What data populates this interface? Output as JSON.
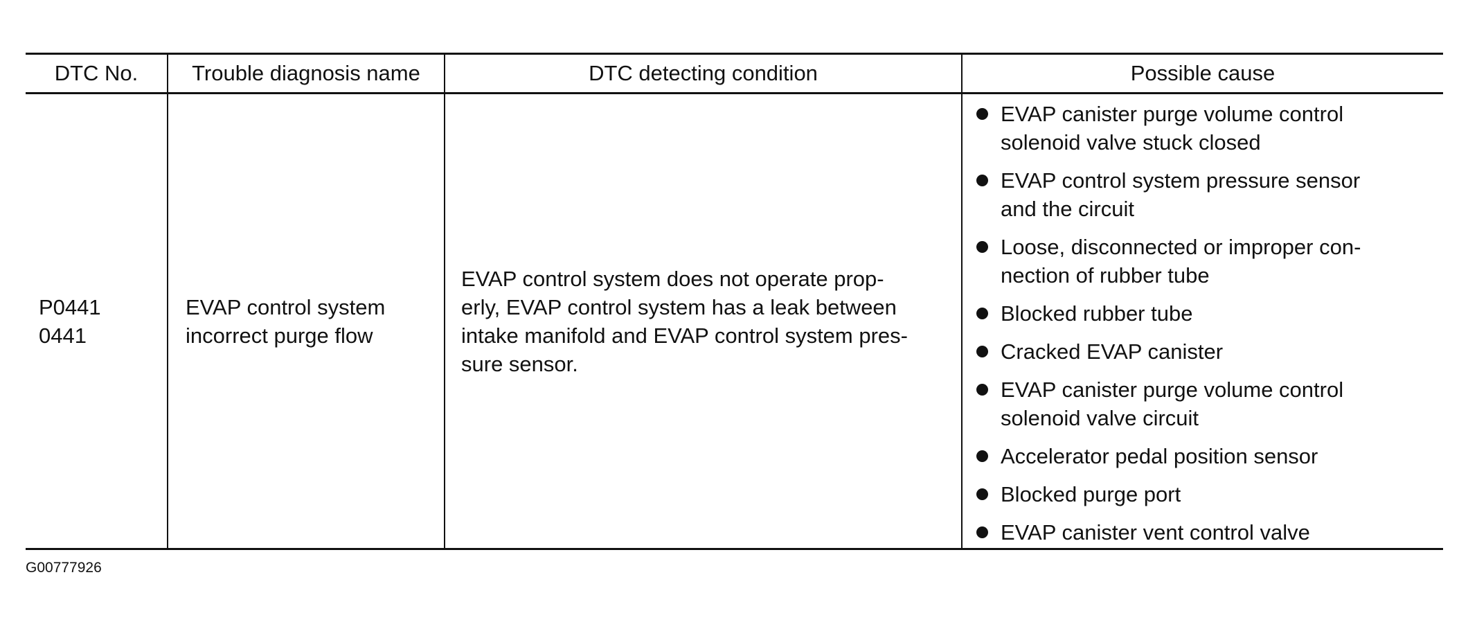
{
  "table": {
    "headers": {
      "dtc_no": "DTC No.",
      "trouble_name": "Trouble diagnosis name",
      "detecting_condition": "DTC detecting condition",
      "possible_cause": "Possible cause"
    },
    "row": {
      "dtc_codes": [
        "P0441",
        "0441"
      ],
      "trouble_name_lines": [
        "EVAP control system",
        "incorrect purge flow"
      ],
      "condition_lines": [
        "EVAP control system does not operate prop-",
        "erly, EVAP control system has a leak between",
        "intake manifold and EVAP control system pres-",
        "sure sensor."
      ],
      "causes": [
        {
          "lines": [
            "EVAP canister purge volume control",
            "solenoid valve stuck closed"
          ]
        },
        {
          "lines": [
            "EVAP control system pressure sensor",
            "and the circuit"
          ]
        },
        {
          "lines": [
            "Loose, disconnected or improper con-",
            "nection of rubber tube"
          ]
        },
        {
          "lines": [
            "Blocked rubber tube"
          ]
        },
        {
          "lines": [
            "Cracked EVAP canister"
          ]
        },
        {
          "lines": [
            "EVAP canister purge volume control",
            "solenoid valve circuit"
          ]
        },
        {
          "lines": [
            "Accelerator pedal position sensor"
          ]
        },
        {
          "lines": [
            "Blocked purge port"
          ]
        },
        {
          "lines": [
            "EVAP canister vent control valve"
          ]
        }
      ]
    }
  },
  "figure_id": "G00777926"
}
